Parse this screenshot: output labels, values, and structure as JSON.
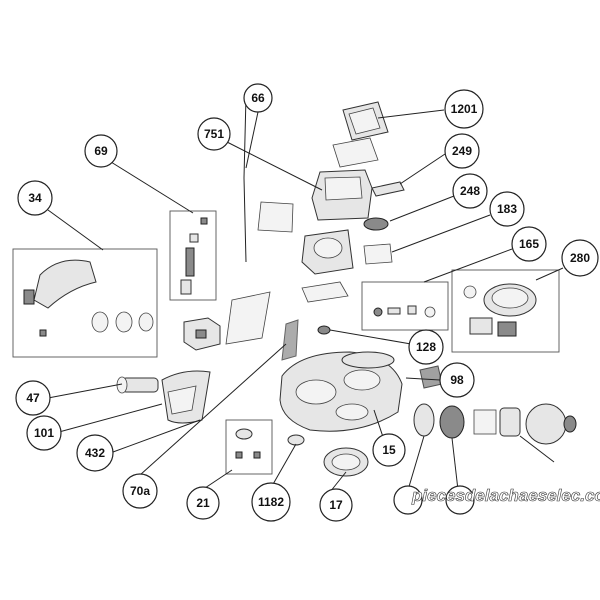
{
  "callouts": [
    {
      "id": "66",
      "label": "66"
    },
    {
      "id": "1201",
      "label": "1201"
    },
    {
      "id": "751",
      "label": "751"
    },
    {
      "id": "69",
      "label": "69"
    },
    {
      "id": "249",
      "label": "249"
    },
    {
      "id": "248",
      "label": "248"
    },
    {
      "id": "34",
      "label": "34"
    },
    {
      "id": "183",
      "label": "183"
    },
    {
      "id": "165",
      "label": "165"
    },
    {
      "id": "280",
      "label": "280"
    },
    {
      "id": "128",
      "label": "128"
    },
    {
      "id": "98",
      "label": "98"
    },
    {
      "id": "47",
      "label": "47"
    },
    {
      "id": "101",
      "label": "101"
    },
    {
      "id": "432",
      "label": "432"
    },
    {
      "id": "15",
      "label": "15"
    },
    {
      "id": "70a",
      "label": "70a"
    },
    {
      "id": "21",
      "label": "21"
    },
    {
      "id": "1182",
      "label": "1182"
    },
    {
      "id": "17",
      "label": "17"
    }
  ],
  "watermark": {
    "text": "piecesdelachaeselec.com"
  }
}
